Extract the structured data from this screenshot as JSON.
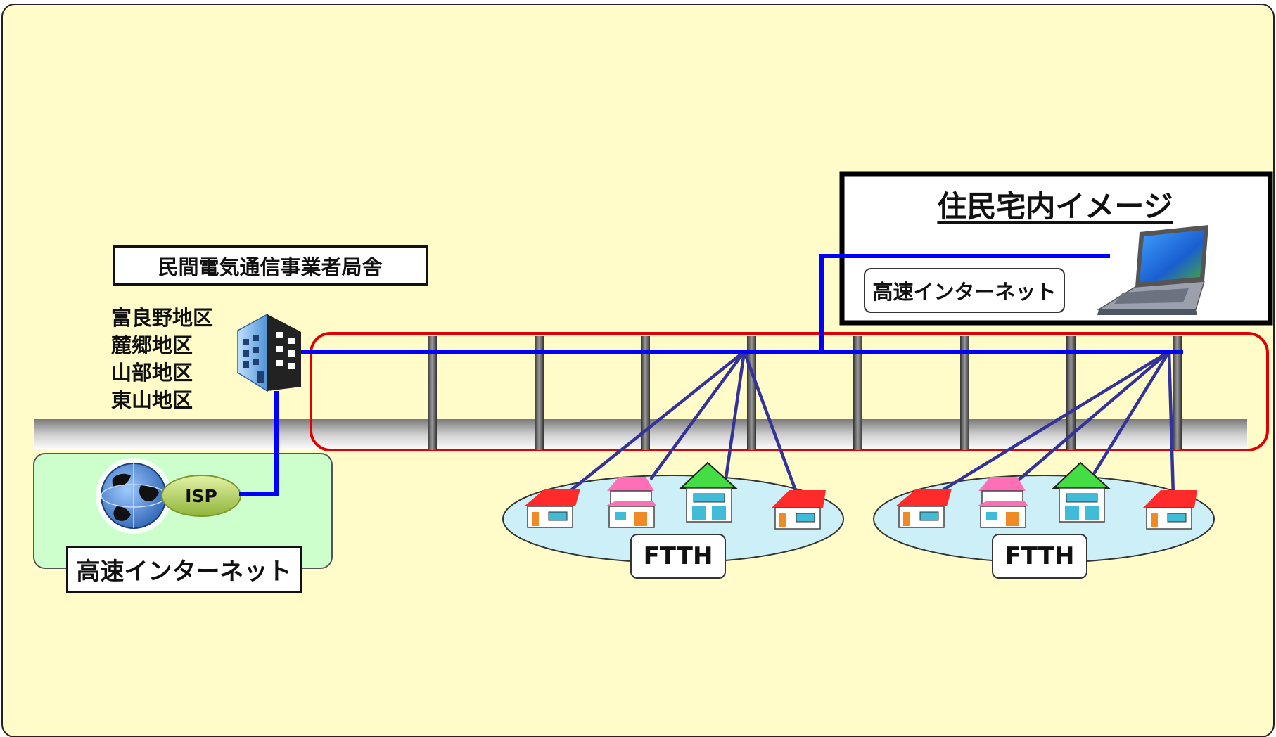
{
  "office_label": "民間電気通信事業者局舎",
  "areas": [
    "富良野地区",
    "麓郷地区",
    "山部地区",
    "東山地区"
  ],
  "isp_label": "ISP",
  "internet_label_main": "高速インターネット",
  "resident_panel": {
    "title": "住民宅内イメージ",
    "internet_label": "高速インターネット"
  },
  "ftth_labels": [
    "FTTH",
    "FTTH"
  ],
  "colors": {
    "background": "#FFFCC9",
    "fiber_line": "#0000FF",
    "drop_line": "#333399",
    "overhead_outline": "#E00000",
    "isp_area": "#CCFFCC"
  },
  "icons": [
    "building-icon",
    "globe-icon",
    "laptop-icon",
    "house-icon",
    "utility-pole-icon"
  ]
}
